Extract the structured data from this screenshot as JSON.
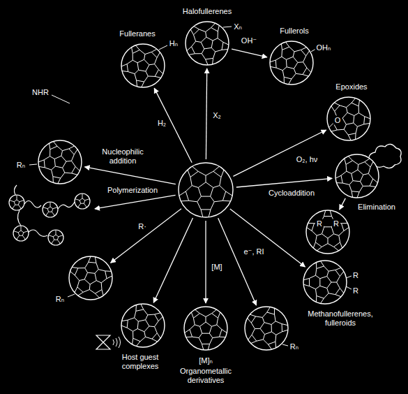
{
  "diagram": {
    "nodes": [
      {
        "text": []
      },
      {
        "text": [
          "Fulleranes",
          "Hₙ"
        ]
      },
      {
        "text": [
          "Halofullerenes",
          "Xₙ"
        ]
      },
      {
        "text": [
          "Fullerols",
          "OHₙ"
        ]
      },
      {
        "text": [
          "Epoxides",
          "O"
        ]
      },
      {
        "text": []
      },
      {
        "text": [
          "R",
          "R"
        ]
      },
      {
        "text": [
          "R",
          "R",
          "Methanofullerenes, fulleroids"
        ]
      },
      {
        "text": [
          "Rₙ"
        ]
      },
      {
        "text": [
          "[M]ₙ",
          "Organometallic derivatives"
        ]
      },
      {
        "text": [
          "Host guest complexes"
        ]
      },
      {
        "text": [
          "Rₙ"
        ]
      },
      {
        "text": []
      },
      {
        "text": [
          "Rₙ"
        ]
      }
    ],
    "edges": [
      {
        "from": 0,
        "to": 1,
        "arrow": "to",
        "label": "H₂"
      },
      {
        "from": 0,
        "to": 2,
        "arrow": "to",
        "label": "X₂"
      },
      {
        "from": 2,
        "to": 3,
        "arrow": "to",
        "label": "OH⁻"
      },
      {
        "from": 0,
        "to": 4,
        "arrow": "to",
        "label": "O₂, hν"
      },
      {
        "from": 0,
        "to": 5,
        "arrow": "to",
        "label": "Cycloaddition"
      },
      {
        "from": 5,
        "to": 6,
        "arrow": "to",
        "label": "Elimination"
      },
      {
        "from": 0,
        "to": 7,
        "arrow": "to"
      },
      {
        "from": 0,
        "to": 8,
        "arrow": "to",
        "label": "e⁻, RI"
      },
      {
        "from": 0,
        "to": 9,
        "arrow": "to",
        "label": "[M]"
      },
      {
        "from": 0,
        "to": 10,
        "arrow": "to"
      },
      {
        "from": 0,
        "to": 11,
        "arrow": "to",
        "label": "R·"
      },
      {
        "from": 0,
        "to": 12,
        "arrow": "to",
        "label": "Polymerization"
      },
      {
        "from": 0,
        "to": 13,
        "arrow": "to",
        "label": "Nucleophilic addition"
      }
    ],
    "labels": [
      "NHR"
    ]
  }
}
